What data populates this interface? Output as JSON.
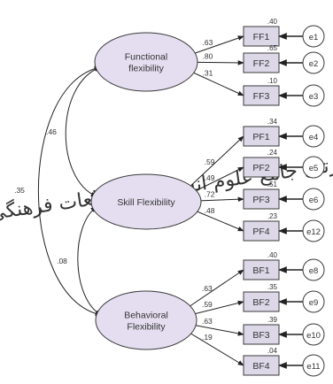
{
  "colors": {
    "latent_fill": "#e4def0",
    "box_fill": "#ddd8e8",
    "stroke": "#3a3a3a",
    "watermark": "#ececec"
  },
  "watermark_text": "پرتال جامع علوم انسانی و مطالعات فرهنگی",
  "latents": [
    {
      "id": "functional",
      "label_lines": [
        "Functional",
        "flexibility"
      ]
    },
    {
      "id": "skill",
      "label_lines": [
        "Skill Flexibility"
      ]
    },
    {
      "id": "behavioral",
      "label_lines": [
        "Behavioral",
        "Flexibility"
      ]
    }
  ],
  "indicators": [
    {
      "id": "FF1",
      "label": "FF1",
      "r2": ".40",
      "error": "e1",
      "factor": "functional",
      "loading": ".63"
    },
    {
      "id": "FF2",
      "label": "FF2",
      "r2": ".65",
      "error": "e2",
      "factor": "functional",
      "loading": ".80"
    },
    {
      "id": "FF3",
      "label": "FF3",
      "r2": ".10",
      "error": "e3",
      "factor": "functional",
      "loading": ".31"
    },
    {
      "id": "PF1",
      "label": "PF1",
      "r2": ".34",
      "error": "e4",
      "factor": "skill",
      "loading": ".59"
    },
    {
      "id": "PF2",
      "label": "PF2",
      "r2": ".24",
      "error": "e5",
      "factor": "skill",
      "loading": ".49"
    },
    {
      "id": "PF3",
      "label": "PF3",
      "r2": ".51",
      "error": "e6",
      "factor": "skill",
      "loading": ".72"
    },
    {
      "id": "PF4",
      "label": "PF4",
      "r2": ".23",
      "error": "e12",
      "factor": "skill",
      "loading": ".48"
    },
    {
      "id": "BF1",
      "label": "BF1",
      "r2": ".40",
      "error": "e8",
      "factor": "behavioral",
      "loading": ".63"
    },
    {
      "id": "BF2",
      "label": "BF2",
      "r2": ".35",
      "error": "e9",
      "factor": "behavioral",
      "loading": ".59"
    },
    {
      "id": "BF3",
      "label": "BF3",
      "r2": ".39",
      "error": "e10",
      "factor": "behavioral",
      "loading": ".63"
    },
    {
      "id": "BF4",
      "label": "BF4",
      "r2": ".04",
      "error": "e11",
      "factor": "behavioral",
      "loading": ".19"
    }
  ],
  "covariances": [
    {
      "from": "functional",
      "to": "skill",
      "value": ".46"
    },
    {
      "from": "skill",
      "to": "behavioral",
      "value": ".08"
    },
    {
      "from": "functional",
      "to": "behavioral",
      "value": ".35"
    }
  ]
}
